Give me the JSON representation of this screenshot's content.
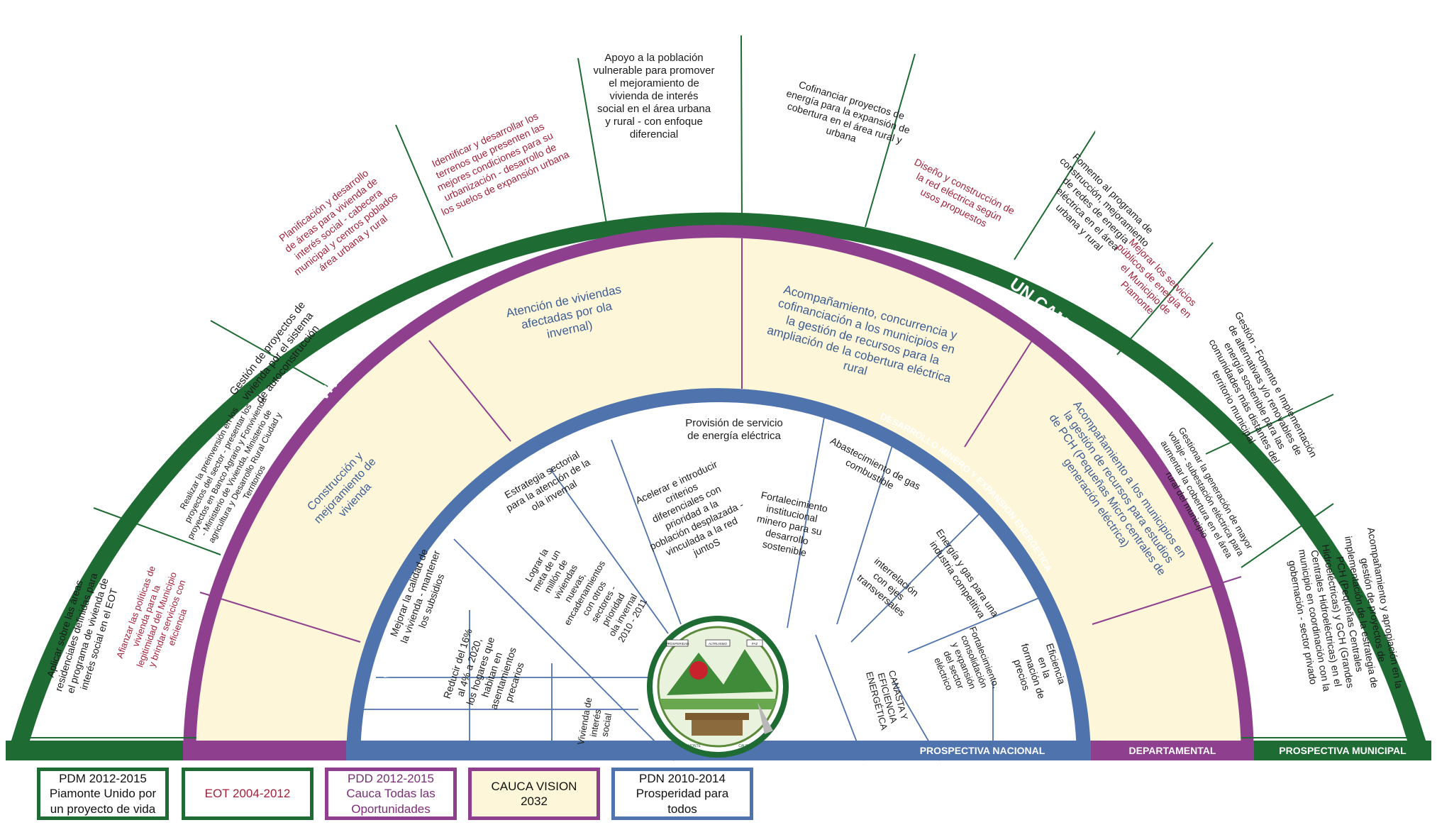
{
  "rings": {
    "outer_title_left": "VIVIENDA DE INTERES SOCIAL",
    "outer_title_right": "ENERGIA ELECTRICA",
    "middle_title_left": "VIVIENDA DIGNA",
    "middle_title_right": "UN CAMPO CON ENERGIA",
    "inner_title_left": "VIVIENDA Y CIUDADES O CENTROS POBLADO -AMABLES",
    "inner_title_right": "DESARROLLO MINERO Y EXPANSION ENERGETICA"
  },
  "outer_texts": [
    {
      "color": "#1b1b1b",
      "text": "Aplicar sobre las áreas residenciales definidas para el programa de vivienda de interés social en el EOT"
    },
    {
      "color": "#a1213a",
      "text": "Afianzar las políticas de vivienda para la legitimidad del Municipio y brindar servicios con eficiencia"
    },
    {
      "color": "#1b1b1b",
      "text": "Realizar la preinversión en los proyectos del sector - presentar los proyectos en Banco Agrario y Fonvivienda - Ministerio de Vivienda, Ministerio de agricultura y Desarrollo Rural Ciudad y Territorios"
    },
    {
      "color": "#1b1b1b",
      "text": "Gestión de proyectos de vivienda por el sistema de autoconstrucción"
    },
    {
      "color": "#a1213a",
      "text": "Planificación y desarrollo de áreas para vivienda de interés social - cabecera municipal y centros poblados área urbana y rural"
    },
    {
      "color": "#a1213a",
      "text": "Identificar y desarrollar los terrenos que presenten las mejores condiciones para su urbanización - desarrollo de los suelos de expansión urbana"
    },
    {
      "color": "#1b1b1b",
      "text": "Apoyo a la población vulnerable para promover el mejoramiento de vivienda de interés social en el área urbana y rural - con enfoque diferencial"
    },
    {
      "color": "#1b1b1b",
      "text": "Cofinanciar proyectos de energía para la expansión de cobertura en el área rural y urbana"
    },
    {
      "color": "#a1213a",
      "text": "Diseño y construcción de la red eléctrica según usos propuestos"
    },
    {
      "color": "#1b1b1b",
      "text": "Fomento al programa de construcción, mejoramiento de redes de energía eléctrica en el área urbana y rural"
    },
    {
      "color": "#a1213a",
      "text": "Mejorar los servicios públicos de energía en el Municipio de Piamonte"
    },
    {
      "color": "#1b1b1b",
      "text": "Gestión - Fomento e Implementación de alternativas y/o renovables de energía sostenible para las comunidades más distantes del territorio municipal"
    },
    {
      "color": "#1b1b1b",
      "text": "Gestionar la generación de mayor voltaje - subestación eléctrica para aumentar la cobertura en el área rural del municipio"
    },
    {
      "color": "#1b1b1b",
      "text": "Acompañamiento y apropiación en la gestión de proyectos de implementación de la estrategia de PCH (Pequeñas Centrales Hidroeléctricas) y GCH (Grandes Centrales Hidroeléctricas) en el municipio en coordinación con la gobernación - sector privado"
    }
  ],
  "middle_texts": [
    "Construcción y mejoramiento de vivienda",
    "Atención de viviendas afectadas por ola invernal)",
    "Acompañamiento, concurrencia y cofinanciación a los municipios en la gestión de recursos para la ampliación de la cobertura eléctrica rural",
    "Acompañamiento a los municipios en la gestión de recursos para estudios de PCH (Pequeñas Micro centrales de generación eléctrica)"
  ],
  "inner_texts": [
    "Mejorar la calidad de la vivienda - mantener los subsidios",
    "Estrategia sectorial para la atención de la ola invernal",
    "Provisión de servicio de energía eléctrica",
    "Abastecimiento de gas combustible",
    "Energía y gas para una industria competitiva",
    "Reducir del 16% al 4% a 2020, los hogares que habitan en asentamientos precarios",
    "Lograr la meta de un millón de viviendas nuevas, encadenamientos con otros sectores - prioridad ola invernal 2010 - 2011",
    "Vivienda de interés social",
    "Acelerar e introducir criterios diferenciales con prioridad a la población desplazada - vinculada a la red juntoS",
    "Fortalecimiento institucional minero para su desarrollo sostenible",
    "interrelación con ejes transversales",
    "CANASTA Y EFICIENCIA ENERGÉTICA",
    "Fortalecimiento, consolidación y expansión del sector eléctrico",
    "Eficiencia en la formación de precios"
  ],
  "base_labels": {
    "nacional": "PROSPECTIVA NACIONAL",
    "departamental": "DEPARTAMENTAL",
    "municipal": "PROSPECTIVA MUNICIPAL"
  },
  "emblem": {
    "top_words": [
      "PROSPERIDAD",
      "ALTRUISMO",
      "PAZ"
    ],
    "bottom_left": "PIAMONTE",
    "bottom_right": "CAUCA"
  },
  "legend": [
    {
      "text": "PDM 2012-2015 Piamonte Unido por un proyecto de vida"
    },
    {
      "text": "EOT 2004-2012"
    },
    {
      "text": "PDD 2012-2015 Cauca Todas las Oportunidades"
    },
    {
      "text": "CAUCA VISION 2032"
    },
    {
      "text": "PDN 2010-2014 Prosperidad para todos"
    }
  ],
  "colors": {
    "green": "#1e6b33",
    "purple": "#8e3f8e",
    "blue": "#4f73ad",
    "cream": "#fdf6d8",
    "red_text": "#a1213a",
    "purple_text": "#7b2e78",
    "blue_text": "#3d5d95"
  }
}
